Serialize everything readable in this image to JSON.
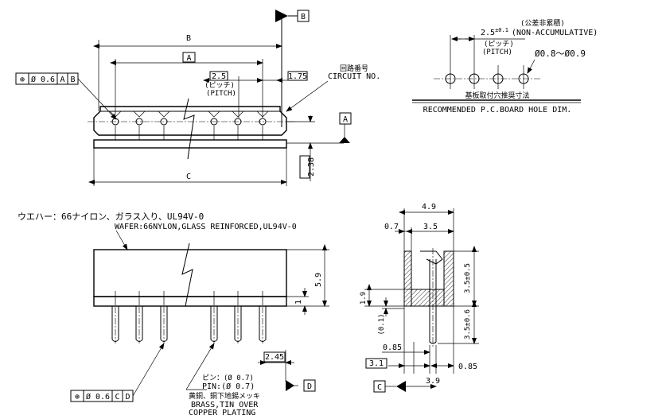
{
  "top_view": {
    "dim_b": "B",
    "dim_a": "A",
    "dim_c": "C",
    "pitch_value": "2.5",
    "pitch_jp": "(ピッチ)",
    "pitch_en": "(PITCH)",
    "end_offset": "1.75",
    "circuit_jp": "回路番号",
    "circuit_en": "CIRCUIT NO.",
    "height_238": "2.38",
    "datum_b": "B",
    "datum_a": "A",
    "fcf": [
      "⊕",
      "Ø 0.6",
      "A",
      "B"
    ]
  },
  "pcb_layout": {
    "tolerance_jp": "(公差非累積)",
    "pitch_line": "2.5",
    "pitch_tol": "±0.1",
    "non_cumulative": "(NON-ACCUMULATIVE)",
    "pitch_jp": "(ピッチ)",
    "pitch_en": "(PITCH)",
    "hole_dia": "Ø0.8～Ø0.9",
    "title_jp": "基板取付穴推奨寸法",
    "title_en": "RECOMMENDED P.C.BOARD HOLE DIM."
  },
  "front_view": {
    "wafer_jp": "ウエハー：66ナイロン、ガラス入り、UL94V-0",
    "wafer_en": "WAFER:66NYLON,GLASS REINFORCED,UL94V-0",
    "height_59": "5.9",
    "one": "1",
    "pin_offset": "2.45",
    "pin_jp": "ピン：(Ø 0.7)",
    "pin_en": "PIN:(Ø 0.7)",
    "brass_jp": "黄銅、銅下地錫メッキ",
    "brass_en": "BRASS,TIN OVER",
    "copper_en": "COPPER PLATING",
    "datum_d": "D",
    "fcf": [
      "⊕",
      "Ø 0.6",
      "C",
      "D"
    ]
  },
  "side_view": {
    "w_49": "4.9",
    "w_07": "0.7",
    "w_35": "3.5",
    "h_35_top": "3.5±0.5",
    "h_35_bot": "3.5±0.6",
    "h_19": "1.9",
    "h_01": "(0.1)",
    "w_085_left": "0.85",
    "w_31": "3.1",
    "w_085_right": "0.85",
    "w_39": "3.9",
    "datum_c": "C"
  }
}
